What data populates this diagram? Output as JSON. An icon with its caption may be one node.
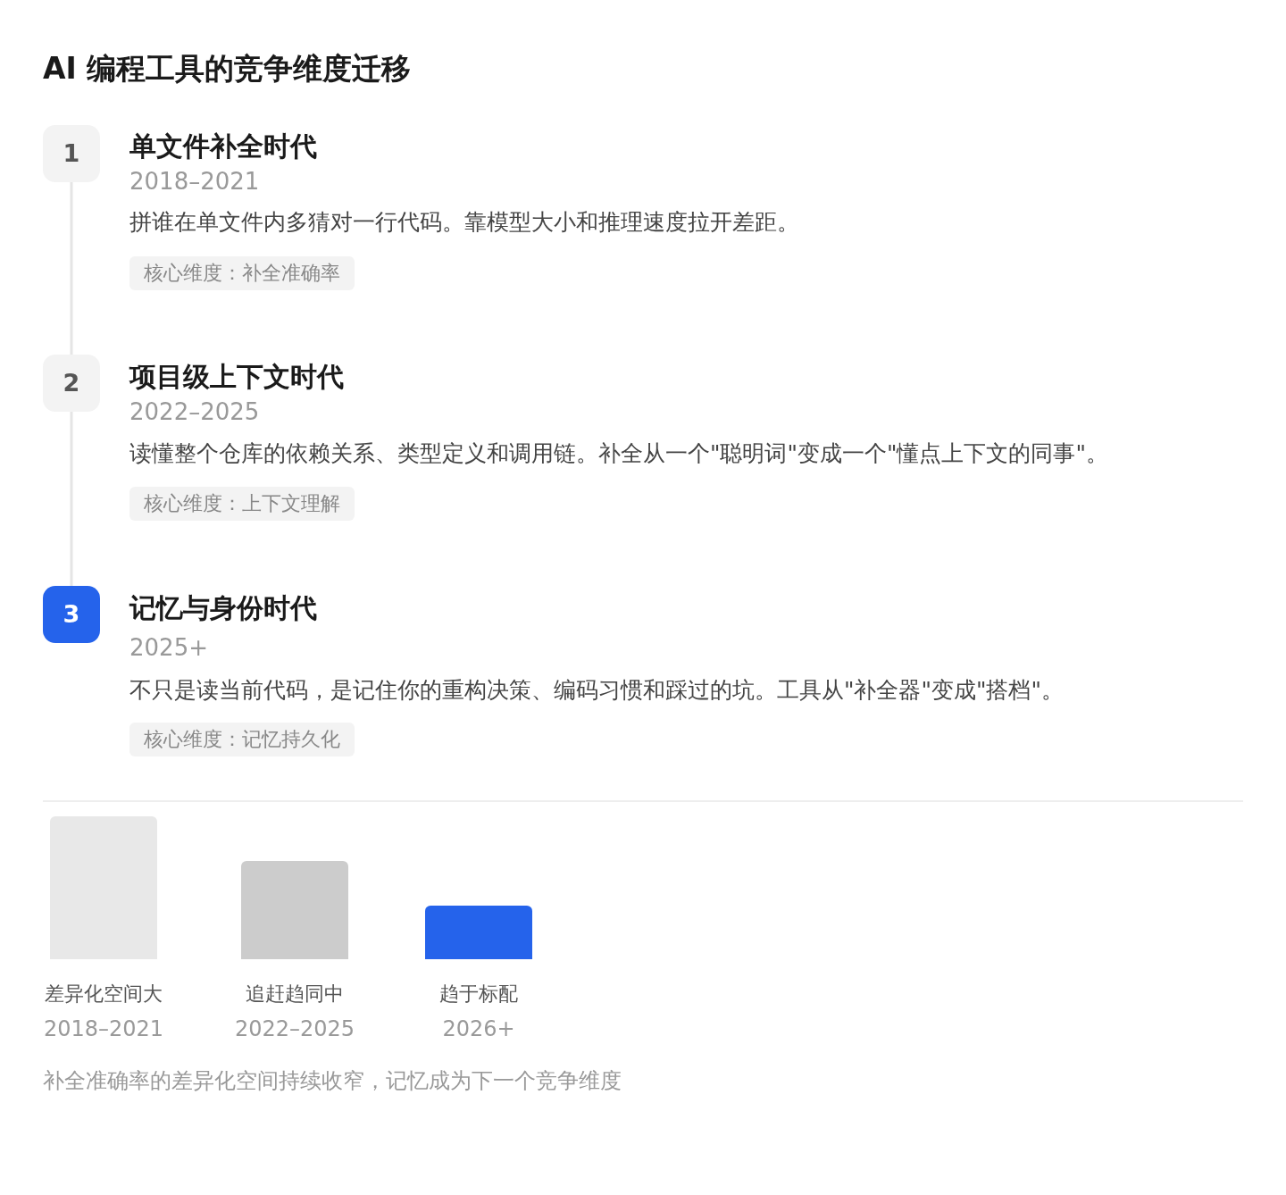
{
  "diagram": {
    "title": "AI 编程工具的竞争维度迁移",
    "caption": "补全准确率的差异化空间持续收窄，记忆成为下一个竞争维度",
    "nodes": [
      {
        "text": [
          "1"
        ],
        "beside": [
          "单文件补全时代",
          "2018–2021",
          "拼谁在单文件内多猜对一行代码。靠模型大小和推理速度拉开差距。"
        ]
      },
      {
        "text": [
          "核心维度：补全准确率"
        ]
      },
      {
        "text": [
          "2"
        ],
        "beside": [
          "项目级上下文时代",
          "2022–2025",
          "读懂整个仓库的依赖关系、类型定义和调用链。补全从一个\"聪明词\"变成一个\"懂点上下文的同事\"。"
        ]
      },
      {
        "text": [
          "核心维度：上下文理解"
        ]
      },
      {
        "text": [
          "3"
        ],
        "beside": [
          "记忆与身份时代",
          "2025+",
          "不只是读当前代码，是记住你的重构决策、编码习惯和踩过的坑。工具从\"补全器\"变成\"搭档\"。"
        ]
      },
      {
        "text": [
          "核心维度：记忆持久化"
        ]
      },
      {
        "text": [],
        "shape": "bar",
        "beside": [
          "差异化空间大",
          "2018–2021"
        ]
      },
      {
        "text": [],
        "shape": "bar",
        "beside": [
          "追赶趋同中",
          "2022–2025"
        ]
      },
      {
        "text": [],
        "shape": "bar",
        "beside": [
          "趋于标配",
          "2026+"
        ]
      }
    ],
    "edges": [
      {
        "from": 0,
        "to": 2,
        "arrow": "none"
      },
      {
        "from": 2,
        "to": 4,
        "arrow": "none"
      }
    ]
  }
}
